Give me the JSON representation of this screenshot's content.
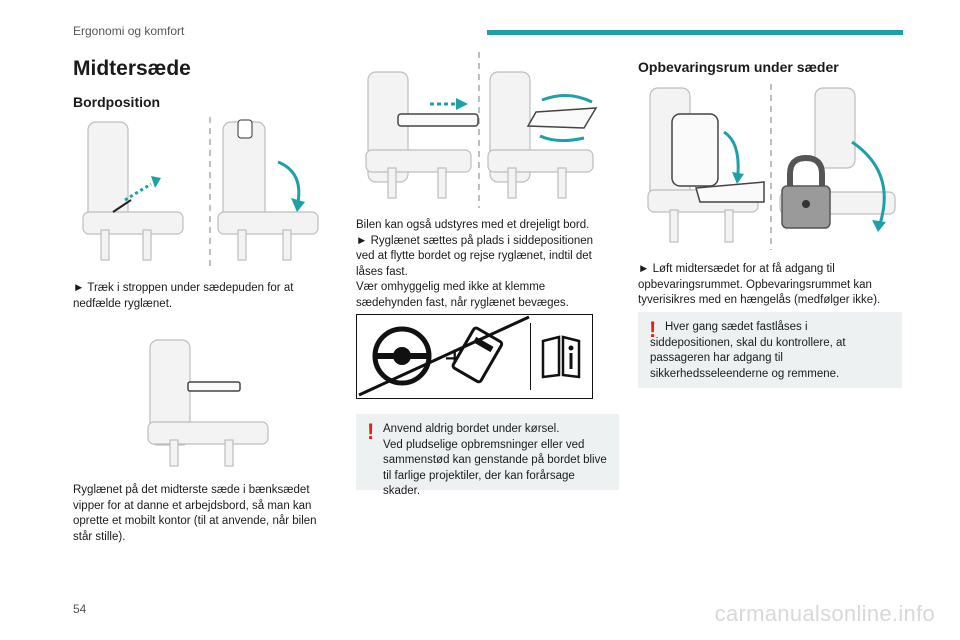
{
  "header": {
    "section": "Ergonomi og komfort"
  },
  "title": "Midtersæde",
  "left": {
    "subtitle": "Bordposition",
    "instruction": "► Træk i stroppen under sædepuden for at nedfælde ryglænet.",
    "description": "Ryglænet på det midterste sæde i bænksædet vipper for at danne et arbejdsbord, så man kan oprette et mobilt kontor (til at anvende, når bilen står stille)."
  },
  "middle": {
    "p1": "Bilen kan også udstyres med et drejeligt bord.",
    "p2": "► Ryglænet sættes på plads i siddepositionen ved at flytte bordet og rejse ryglænet, indtil det låses fast.",
    "p3": "Vær omhyggelig med ikke at klemme sædehynden fast, når ryglænet bevæges.",
    "warning_title": "Anvend aldrig bordet under kørsel.",
    "warning_body": "Ved pludselige opbremsninger eller ved sammenstød kan genstande på bordet blive til farlige projektiler, der kan forårsage skader."
  },
  "right": {
    "subtitle": "Opbevaringsrum under sæder",
    "instruction": "► Løft midtersædet for at få adgang til opbevaringsrummet. Opbevaringsrummet kan tyverisikres med en hængelås (medfølger ikke).",
    "warning_title": "Hver gang sædet fastlåses i siddepositionen, skal du kontrollere, at passageren har adgang til sikkerhedsseleenderne og remmene."
  },
  "footer": {
    "page_number": "54",
    "site": "carmanualsonline.info"
  },
  "colors": {
    "accent": "#1ea0a8",
    "warning": "#e2231a",
    "panel": "#eef1f2"
  }
}
